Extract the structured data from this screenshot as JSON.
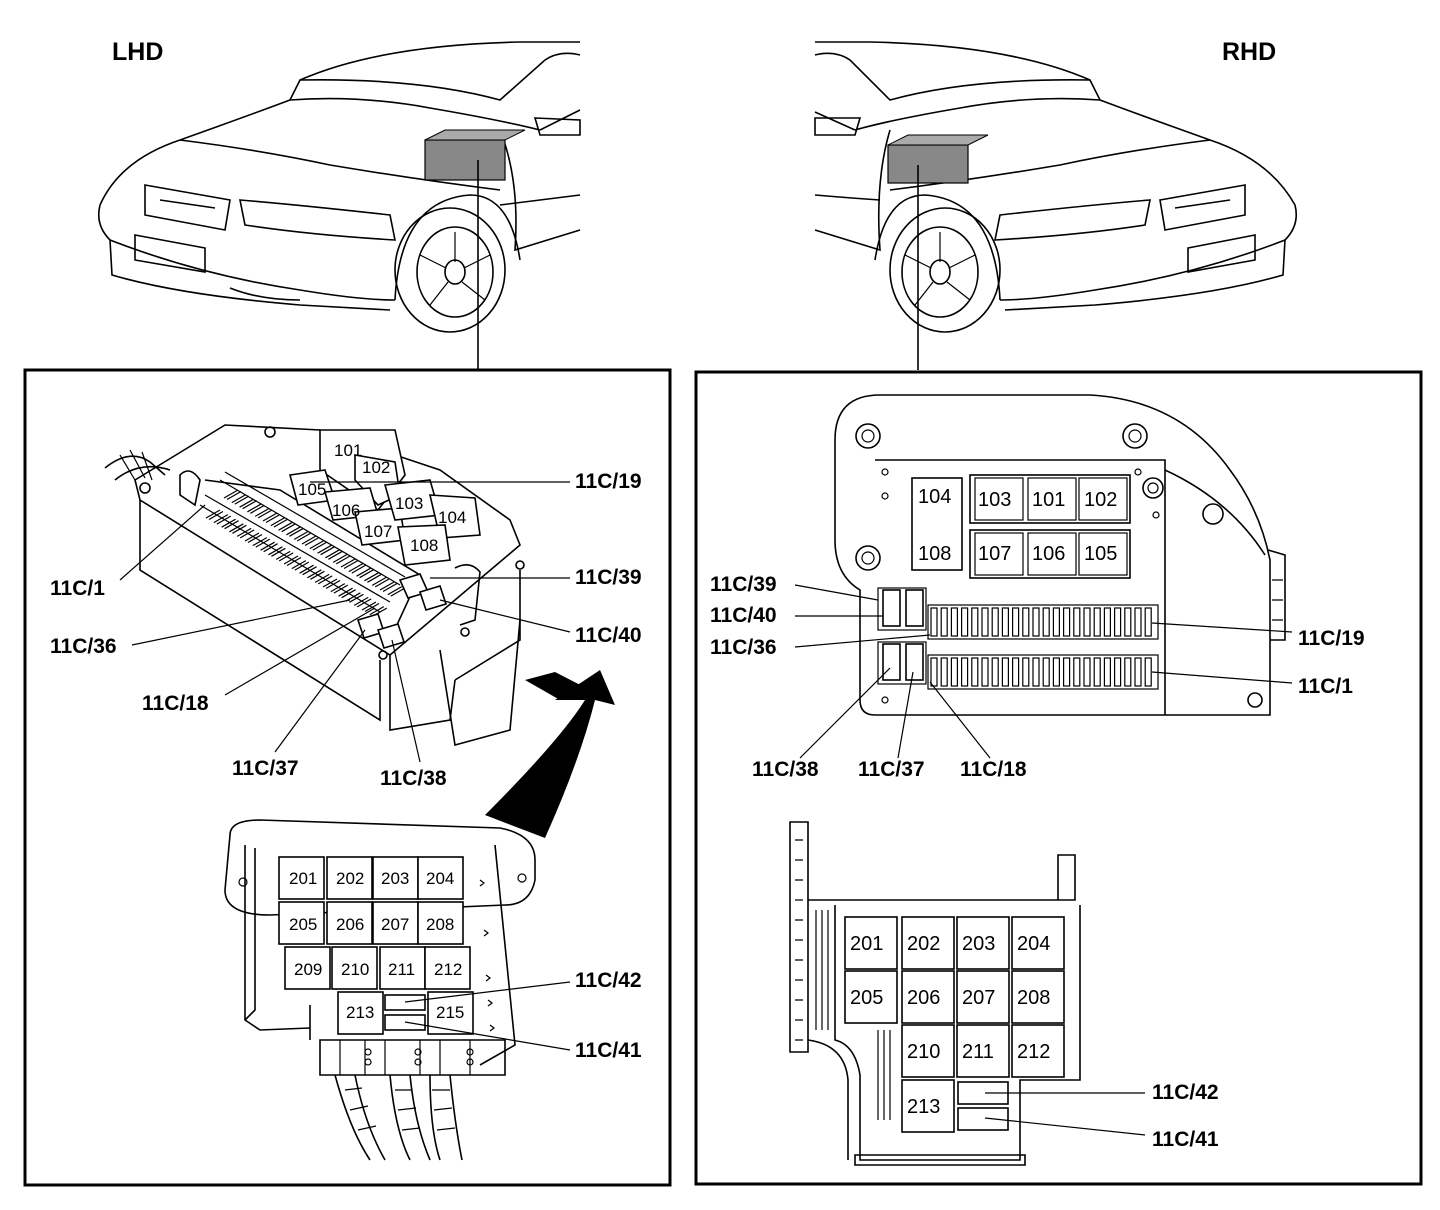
{
  "headers": {
    "lhd": "LHD",
    "rhd": "RHD"
  },
  "lhd": {
    "relays_top": [
      "101",
      "102",
      "103",
      "104",
      "105",
      "106",
      "107",
      "108"
    ],
    "relays_bottom": [
      "201",
      "202",
      "203",
      "204",
      "205",
      "206",
      "207",
      "208",
      "209",
      "210",
      "211",
      "212",
      "213",
      "215"
    ],
    "labels": [
      "11C/19",
      "11C/39",
      "11C/40",
      "11C/1",
      "11C/36",
      "11C/18",
      "11C/37",
      "11C/38",
      "11C/42",
      "11C/41"
    ]
  },
  "rhd": {
    "relays_top": [
      "104",
      "103",
      "101",
      "102",
      "108",
      "107",
      "106",
      "105"
    ],
    "relays_bottom": [
      "201",
      "202",
      "203",
      "204",
      "205",
      "206",
      "207",
      "208",
      "210",
      "211",
      "212",
      "213"
    ],
    "labels": [
      "11C/39",
      "11C/40",
      "11C/36",
      "11C/19",
      "11C/1",
      "11C/38",
      "11C/37",
      "11C/18",
      "11C/42",
      "11C/41"
    ]
  }
}
